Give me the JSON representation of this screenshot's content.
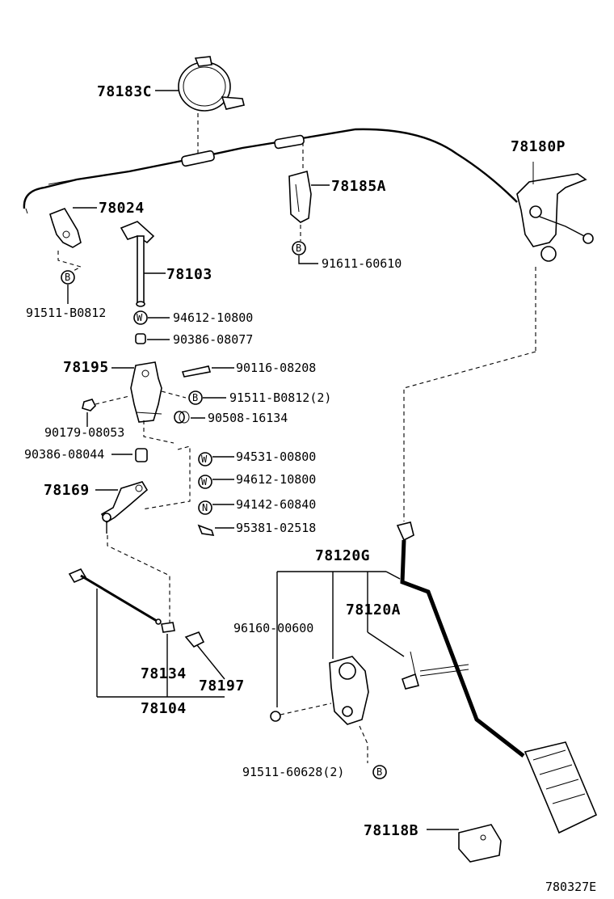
{
  "diagram_code": "780327E",
  "labels": {
    "l_78183C": "78183C",
    "l_78180P": "78180P",
    "l_78185A": "78185A",
    "l_78024": "78024",
    "l_78103": "78103",
    "l_91611_60610": "91611-60610",
    "l_91511_B0812": "91511-B0812",
    "l_94612_10800_a": "94612-10800",
    "l_90386_08077": "90386-08077",
    "l_78195": "78195",
    "l_90116_08208": "90116-08208",
    "l_91511_B0812_2": "91511-B0812(2)",
    "l_90179_08053": "90179-08053",
    "l_90508_16134": "90508-16134",
    "l_90386_08044": "90386-08044",
    "l_94531_00800": "94531-00800",
    "l_78169": "78169",
    "l_94612_10800_b": "94612-10800",
    "l_94142_60840": "94142-60840",
    "l_95381_02518": "95381-02518",
    "l_78120G": "78120G",
    "l_78120A": "78120A",
    "l_96160_00600": "96160-00600",
    "l_78134": "78134",
    "l_78197": "78197",
    "l_78104": "78104",
    "l_91511_60628_2": "91511-60628(2)",
    "l_78118B": "78118B"
  },
  "symbols": {
    "bolt": "B",
    "washer": "W",
    "nut": "N"
  }
}
